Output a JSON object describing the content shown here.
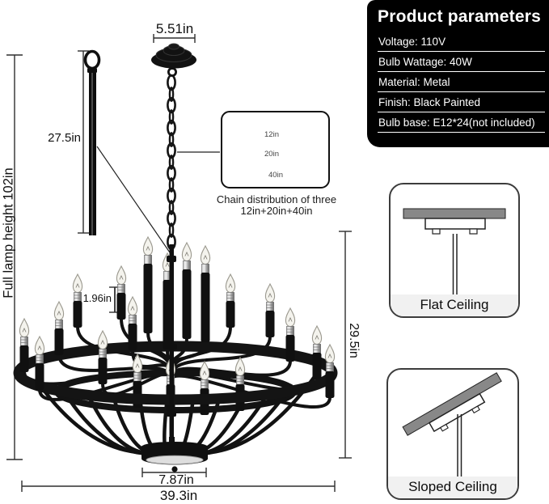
{
  "product_panel": {
    "title": "Product parameters",
    "rows": [
      {
        "label": "Voltage: 110V"
      },
      {
        "label": "Bulb Wattage: 40W"
      },
      {
        "label": "Material: Metal"
      },
      {
        "label": "Finish: Black Painted"
      },
      {
        "label": "Bulb base: E12*24(not included)"
      }
    ]
  },
  "dimensions": {
    "canopy_width": "5.51in",
    "downrod_length": "27.5in",
    "full_height": "Full lamp height 102in",
    "socket_height": "1.96in",
    "body_height": "29.5in",
    "bottom_plate_width": "7.87in",
    "diameter": "39.3in"
  },
  "chain_box": {
    "caption_line1": "Chain distribution of three",
    "caption_line2": "12in+20in+40in",
    "chains": [
      {
        "label": "12in"
      },
      {
        "label": "20in"
      },
      {
        "label": "40in"
      }
    ]
  },
  "ceiling_options": [
    {
      "label": "Flat Ceiling"
    },
    {
      "label": "Sloped Ceiling"
    }
  ],
  "colors": {
    "panel_bg": "#000000",
    "panel_text": "#ffffff",
    "fixture": "#111111",
    "ceiling_bar": "#888888",
    "label_strip": "#f1f1f1"
  }
}
